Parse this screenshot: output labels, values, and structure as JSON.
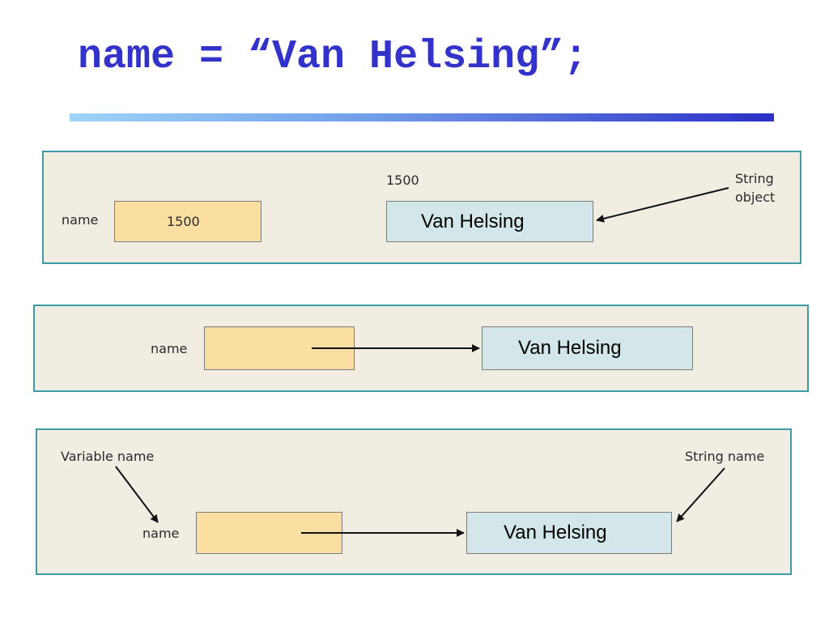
{
  "title": "name = “Van Helsing”;",
  "panel1": {
    "variable_label": "name",
    "variable_value": "1500",
    "address_label": "1500",
    "object_text": "Van Helsing",
    "annotation_line1": "String",
    "annotation_line2": "object"
  },
  "panel2": {
    "variable_label": "name",
    "object_text": "Van Helsing"
  },
  "panel3": {
    "variable_label": "name",
    "object_text": "Van Helsing",
    "left_annotation": "Variable name",
    "right_annotation": "String name"
  },
  "colors": {
    "title": "#3333cc",
    "panel_background": "#f1ede2",
    "panel_border": "#3f9aa8",
    "variable_box": "#fbdea1",
    "object_box": "#d3e6ea"
  }
}
